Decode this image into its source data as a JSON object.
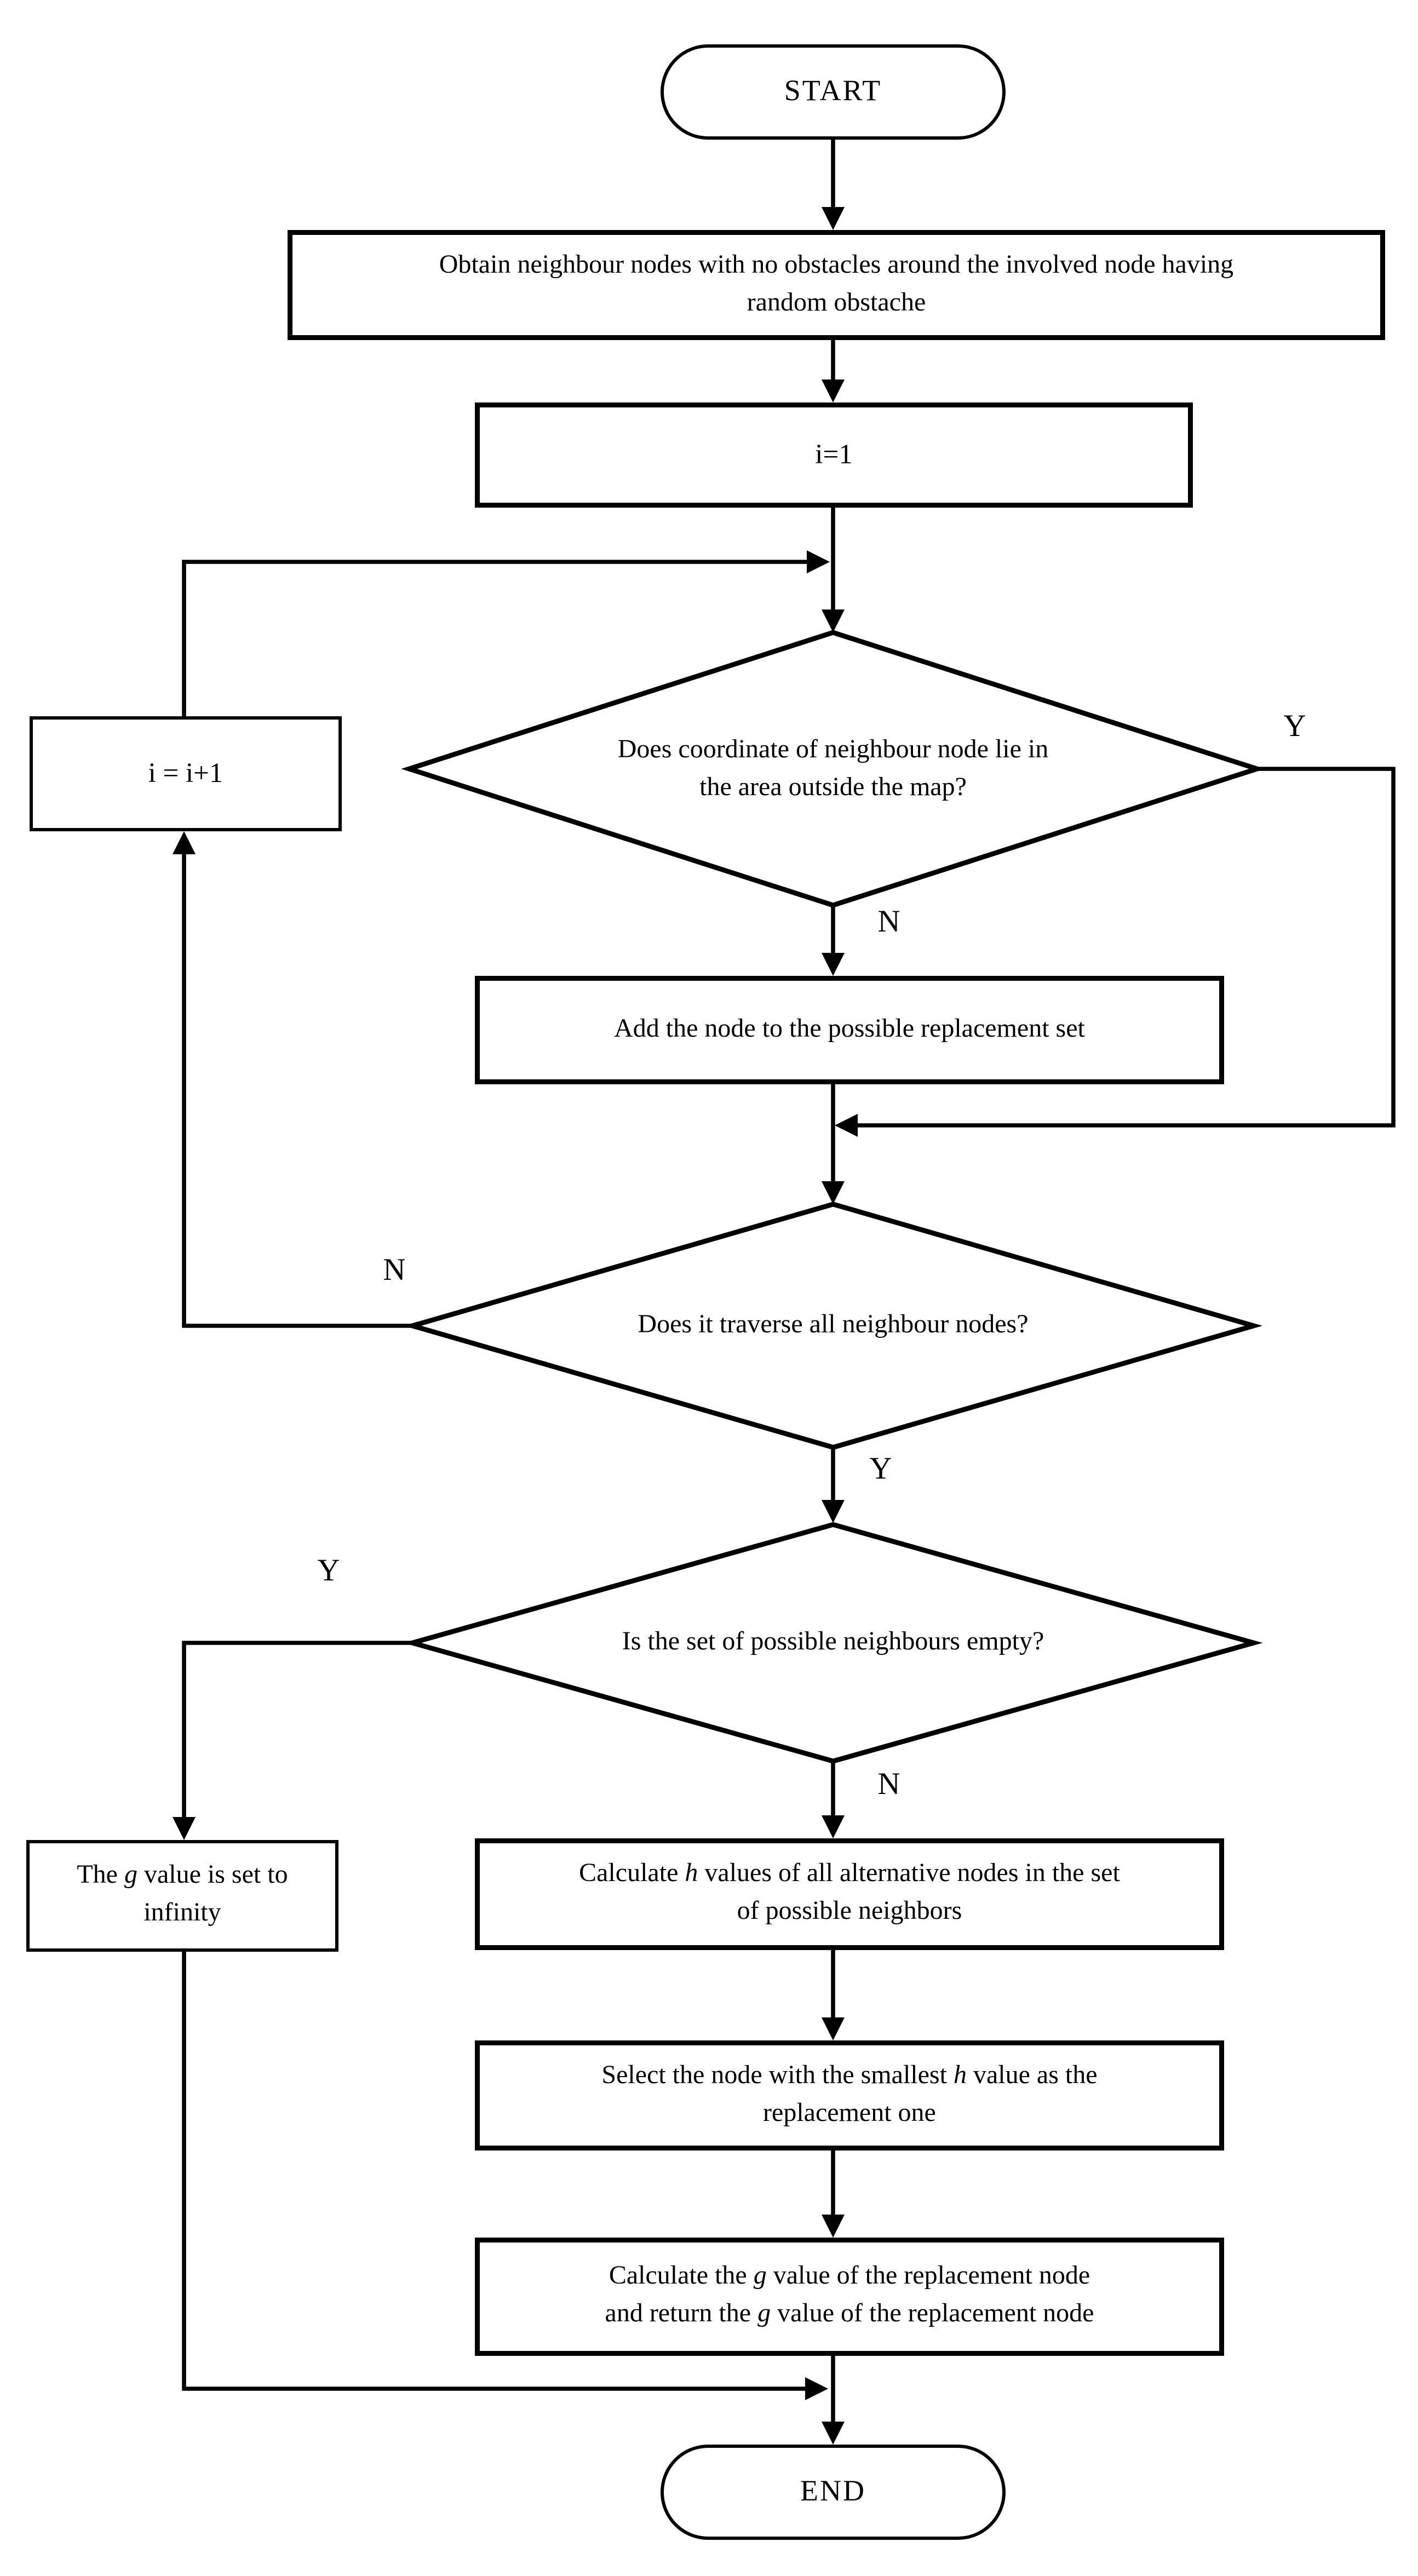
{
  "colors": {
    "ink": "#000000",
    "background": "#ffffff"
  },
  "nodes": {
    "start": {
      "label": "START"
    },
    "obtain": {
      "line1": "Obtain neighbour nodes with no obstacles around the involved node having",
      "line2": "random obstache"
    },
    "init": {
      "label": "i=1"
    },
    "d1": {
      "line1": "Does coordinate of neighbour node lie in",
      "line2": "the area outside the map?"
    },
    "add": {
      "label": "Add the node to the possible replacement set"
    },
    "increment": {
      "label": "i = i+1"
    },
    "d2": {
      "label": "Does it traverse all neighbour nodes?"
    },
    "d3": {
      "label": "Is the set of possible neighbours empty?"
    },
    "ginf": {
      "pre": "The ",
      "it": "g",
      "post": " value is set to",
      "line2": "infinity"
    },
    "calch": {
      "pre": "Calculate ",
      "it": "h",
      "post": " values of all alternative nodes in the set",
      "line2": "of possible neighbors"
    },
    "select": {
      "pre": "Select the node with the smallest ",
      "it": "h",
      "post": " value as the",
      "line2": "replacement one"
    },
    "calcg": {
      "l1pre": "Calculate the ",
      "l1it": "g",
      "l1post": " value of the replacement node",
      "l2pre": "and return the ",
      "l2it": "g",
      "l2post": " value of the replacement node"
    },
    "end": {
      "label": "END"
    }
  },
  "edge_labels": {
    "d1_yes": "Y",
    "d1_no": "N",
    "d2_yes": "Y",
    "d2_no": "N",
    "d3_yes": "Y",
    "d3_no": "N"
  }
}
